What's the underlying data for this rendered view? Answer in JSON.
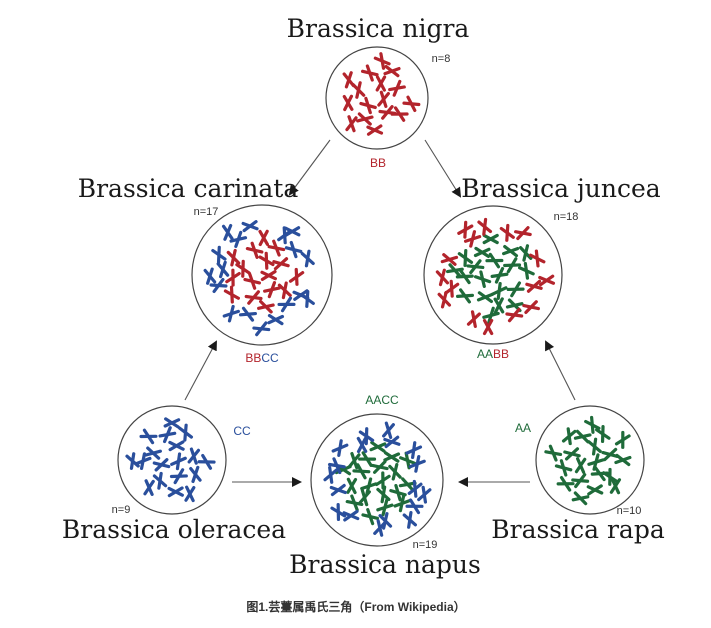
{
  "colors": {
    "A": "#1f6b3a",
    "B": "#b3242c",
    "C": "#2a4f9c"
  },
  "species": {
    "nigra": {
      "name": "Brassica nigra",
      "count": "n=8",
      "genome": [
        {
          "t": "BB",
          "g": "B"
        }
      ]
    },
    "carinata": {
      "name": "Brassica carinata",
      "count": "n=17",
      "genome": [
        {
          "t": "BB",
          "g": "B"
        },
        {
          "t": "CC",
          "g": "C"
        }
      ]
    },
    "juncea": {
      "name": "Brassica juncea",
      "count": "n=18",
      "genome": [
        {
          "t": "AA",
          "g": "A"
        },
        {
          "t": "BB",
          "g": "B"
        }
      ]
    },
    "oleracea": {
      "name": "Brassica oleracea",
      "count": "n=9",
      "genome": [
        {
          "t": "CC",
          "g": "C"
        }
      ]
    },
    "napus": {
      "name": "Brassica napus",
      "count": "n=19",
      "genome": [
        {
          "t": "AACC",
          "g": "A"
        }
      ]
    },
    "rapa": {
      "name": "Brassica rapa",
      "count": "n=10",
      "genome": [
        {
          "t": "AA",
          "g": "A"
        }
      ]
    }
  },
  "caption": "图1.芸薹属禹氏三角（From Wikipedia）"
}
